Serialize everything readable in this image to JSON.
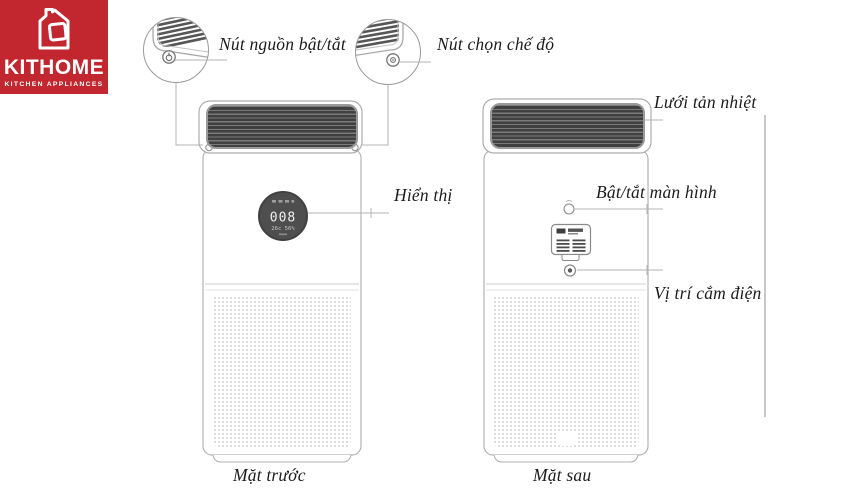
{
  "logo": {
    "brand": "KITHOME",
    "tagline": "KITCHEN APPLIANCES",
    "brand_color": "#c2262e"
  },
  "callouts": {
    "power_button": "Nút nguồn bật/tắt",
    "mode_button": "Nút chọn chế độ",
    "heat_grille": "Lưới tản nhiệt",
    "display": "Hiển thị",
    "screen_toggle": "Bật/tắt màn hình",
    "power_socket": "Vị trí cắm điện"
  },
  "views": {
    "front_label": "Mặt trước",
    "back_label": "Mặt sau"
  },
  "display_screen": {
    "main_value": "008",
    "readout": "26c 56%"
  },
  "colors": {
    "line": "#9a9a9a",
    "leader": "#b3b3b3",
    "grille_dark": "#404040",
    "display_bg": "#4e4e4e",
    "text": "#1c1c1c"
  }
}
